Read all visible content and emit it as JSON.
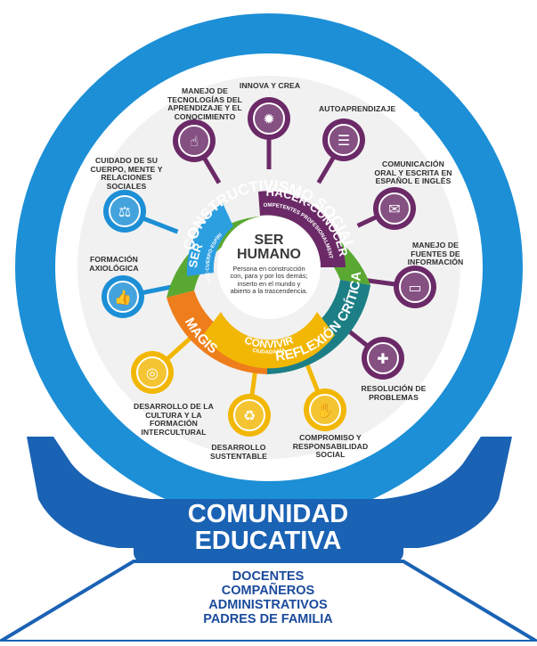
{
  "outer_title": "CONTEXTO SOCIOPOLÍTICO",
  "center": {
    "title": "SER HUMANO",
    "description": "Persona en construcción con, para y por los demás; inserto en el mundo y abierto a la trascendencia."
  },
  "ring_segments": {
    "constructivismo": "CONSTRUCTIVISMO SOCIAL",
    "reflexion": "REFLEXIÓN CRÍTICA",
    "magis": "MAGIS"
  },
  "inner_segments": {
    "hacer_conocer": "HACER-CONOCER",
    "hacer_conocer_sub": "COMPETENTES PROFESIONALMENTE",
    "convivir": "CONVIVIR",
    "convivir_sub": "CIUDADANÍA",
    "ser": "SER",
    "ser_sub": "MENTE·CUERPO·ESPÍRITU"
  },
  "satellites": [
    {
      "label": "INNOVA Y CREA",
      "icon": "lightbulb-icon",
      "color": "#6b2a67"
    },
    {
      "label": "AUTOAPRENDIZAJE",
      "icon": "document-icon",
      "color": "#6b2a67"
    },
    {
      "label": "COMUNICACIÓN ORAL Y ESCRITA EN ESPAÑOL E INGLÉS",
      "icon": "speech-bubbles-icon",
      "color": "#6b2a67"
    },
    {
      "label": "MANEJO DE FUENTES DE INFORMACIÓN",
      "icon": "laptop-icon",
      "color": "#6b2a67"
    },
    {
      "label": "RESOLUCIÓN DE PROBLEMAS",
      "icon": "puzzle-icon",
      "color": "#6b2a67"
    },
    {
      "label": "COMPROMISO Y RESPONSABILIDAD SOCIAL",
      "icon": "handshake-icon",
      "color": "#f2b705"
    },
    {
      "label": "DESARROLLO SUSTENTABLE",
      "icon": "recycle-icon",
      "color": "#f2b705"
    },
    {
      "label": "DESARROLLO DE LA CULTURA Y LA FORMACIÓN INTERCULTURAL",
      "icon": "globe-icon",
      "color": "#f2b705"
    },
    {
      "label": "FORMACIÓN AXIOLÓGICA",
      "icon": "thumbs-up-icon",
      "color": "#1c8fd6"
    },
    {
      "label": "CUIDADO DE SU CUERPO, MENTE Y RELACIONES SOCIALES",
      "icon": "balance-icon",
      "color": "#1c8fd6"
    },
    {
      "label": "MANEJO DE TECNOLOGÍAS DEL APRENDIZAJE Y EL CONOCIMIENTO",
      "icon": "touch-screen-icon",
      "color": "#6b2a67"
    }
  ],
  "bottom": {
    "title_line1": "COMUNIDAD",
    "title_line2": "EDUCATIVA",
    "members": [
      "DOCENTES",
      "COMPAÑEROS",
      "ADMINISTRATIVOS",
      "PADRES DE FAMILIA"
    ]
  },
  "colors": {
    "outer_ring": "#1c8fd6",
    "green": "#5aa832",
    "purple": "#6b2a67",
    "teal": "#1d7f86",
    "orange": "#ee7d1b",
    "yellow": "#f2b705",
    "blue_inner": "#2c9fe0",
    "hands": "#1a62b4"
  }
}
